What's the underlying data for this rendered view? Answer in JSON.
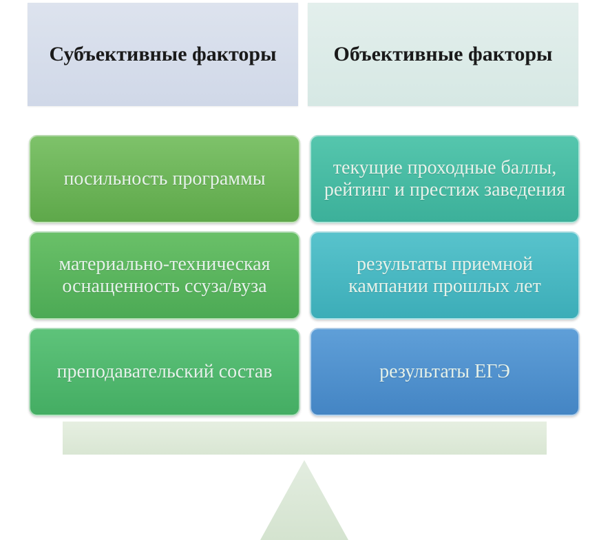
{
  "headers": {
    "subjective": "Субъективные факторы",
    "objective": "Объективные факторы"
  },
  "subjective_factors": [
    "посильность программы",
    "материально-техническая оснащенность ссуза/вуза",
    "преподавательский состав"
  ],
  "objective_factors": [
    "текущие проходные баллы, рейтинг и престиж заведения",
    "результаты приемной кампании  прошлых лет",
    "результаты ЕГЭ"
  ],
  "colors": {
    "subjective_boxes": [
      "#6cb558",
      "#5bb560",
      "#50b86e"
    ],
    "objective_boxes": [
      "#48bba3",
      "#4ab8c2",
      "#5192ce"
    ],
    "subjective_header": "#d5dcea",
    "objective_header": "#dcebe7",
    "scale": "#dfeada"
  }
}
